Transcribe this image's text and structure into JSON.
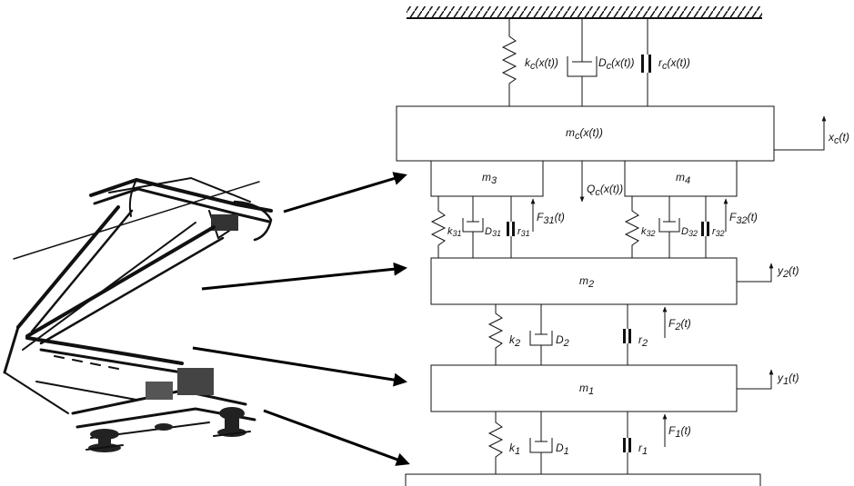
{
  "diagram": {
    "masses": {
      "mc": "m",
      "mc_sub": "c",
      "mc_arg": "(x(t))",
      "m3": "m",
      "m3_sub": "3",
      "m4": "m",
      "m4_sub": "4",
      "m2": "m",
      "m2_sub": "2",
      "m1": "m",
      "m1_sub": "1"
    },
    "catenary_elements": {
      "k_c": "k",
      "k_c_sub": "c",
      "k_c_arg": "(x(t))",
      "D_c": "D",
      "D_c_sub": "c",
      "D_c_arg": "(x(t))",
      "r_c": "r",
      "r_c_sub": "c",
      "r_c_arg": "(x(t))"
    },
    "contact_force": {
      "Q": "Q",
      "Q_sub": "c",
      "Q_arg": "(x(t))"
    },
    "left_head": {
      "k": "k",
      "k_sub": "31",
      "D": "D",
      "D_sub": "31",
      "r": "r",
      "r_sub": "31",
      "F": "F",
      "F_sub": "31",
      "F_arg": "(t)"
    },
    "right_head": {
      "k": "k",
      "k_sub": "32",
      "D": "D",
      "D_sub": "32",
      "r": "r",
      "r_sub": "32",
      "F": "F",
      "F_sub": "32",
      "F_arg": "(t)"
    },
    "middle": {
      "k": "k",
      "k_sub": "2",
      "D": "D",
      "D_sub": "2",
      "r": "r",
      "r_sub": "2",
      "F": "F",
      "F_sub": "2",
      "F_arg": "(t)"
    },
    "lower": {
      "k": "k",
      "k_sub": "1",
      "D": "D",
      "D_sub": "1",
      "r": "r",
      "r_sub": "1",
      "F": "F",
      "F_sub": "1",
      "F_arg": "(t)"
    },
    "displacements": {
      "xc": "x",
      "xc_sub": "c",
      "xc_arg": "(t)",
      "y2": "y",
      "y2_sub": "2",
      "y2_arg": "(t)",
      "y1": "y",
      "y1_sub": "1",
      "y1_arg": "(t)"
    },
    "colors": {
      "stroke": "#111111",
      "arrow": "#000000",
      "background": "#ffffff"
    },
    "icons": [
      "pantograph-drawing",
      "spring-icon",
      "damper-icon",
      "friction-icon",
      "ground-hatch"
    ]
  }
}
